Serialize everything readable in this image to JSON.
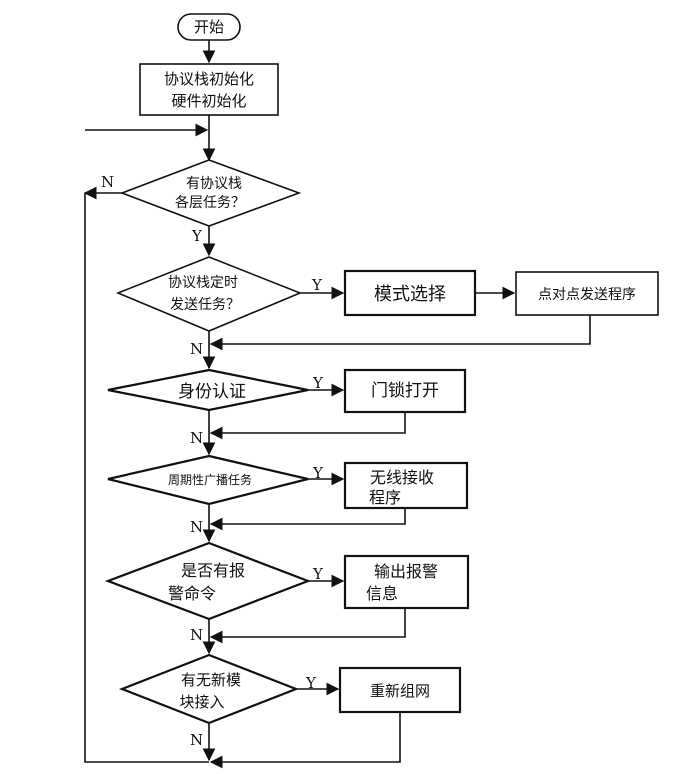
{
  "flowchart": {
    "start": "开始",
    "init": [
      "协议栈初始化",
      "硬件初始化"
    ],
    "decisions": {
      "stack_task": [
        "有协议栈",
        "各层任务？"
      ],
      "timer_task": [
        "协议栈定时",
        "发送任务？"
      ],
      "auth": [
        "身份认证"
      ],
      "periodic": [
        "周期性广播任务"
      ],
      "alarm": [
        "是否有报",
        "警命令"
      ],
      "new_module": [
        "有无新模",
        "块接入"
      ]
    },
    "processes": {
      "mode_select": [
        "模式选择"
      ],
      "p2p_send": [
        "点对点发送程序"
      ],
      "door_open": [
        "门锁打开"
      ],
      "wireless_recv": [
        "无线接收",
        "程序"
      ],
      "alarm_output": [
        "输出报警",
        "信息"
      ],
      "reconnect": [
        "重新组网"
      ]
    },
    "labels": {
      "yes": "Y",
      "no": "N"
    }
  }
}
